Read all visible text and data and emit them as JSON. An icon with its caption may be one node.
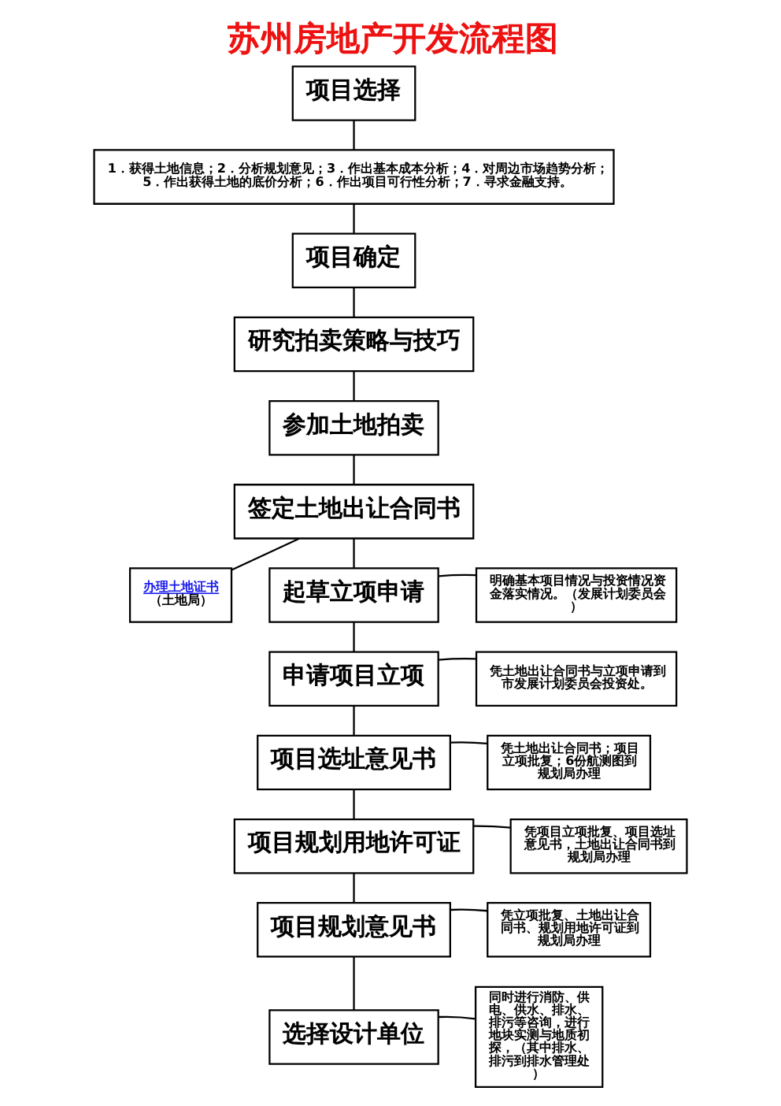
{
  "diagram": {
    "title": "苏州房地产开发流程图",
    "nodes": [
      {
        "text": [
          "项目选择"
        ]
      },
      {
        "text": [
          "1．获得土地信息；2．分析规划意见；3．作出基本成本分析；4．对周边市场趋势分析；5．作出获得土地的底价分析；6．作出项目可行性分析；7．寻求金融支持。"
        ]
      },
      {
        "text": [
          "项目确定"
        ]
      },
      {
        "text": [
          "研究拍卖策略与技巧"
        ]
      },
      {
        "text": [
          "参加土地拍卖"
        ]
      },
      {
        "text": [
          "签定土地出让合同书"
        ]
      },
      {
        "text": [
          "办理土地证书",
          "（土地局）"
        ]
      },
      {
        "text": [
          "起草立项申请"
        ]
      },
      {
        "text": [
          "明确基本项目情况与投资情况资金落实情况。（发展计划委员会）"
        ]
      },
      {
        "text": [
          "申请项目立项"
        ]
      },
      {
        "text": [
          "凭土地出让合同书与立项申请到市发展计划委员会投资处。"
        ]
      },
      {
        "text": [
          "凭土地出让合同书；项目立项批复；6份航测图到规划局办理"
        ]
      },
      {
        "text": [
          "项目选址意见书"
        ]
      },
      {
        "text": [
          "凭项目立项批复、项目选址意见书，土地出让合同书到规划局办理"
        ]
      },
      {
        "text": [
          "项目规划用地许可证"
        ]
      },
      {
        "text": [
          "凭立项批复、土地出让合同书、规划用地许可证到规划局办理"
        ]
      },
      {
        "text": [
          "项目规划意见书"
        ]
      },
      {
        "text": [
          "同时进行消防、供电、供水、排水、排污等咨询，进行地块实测与地质初探，（其中排水、排污到排水管理处）"
        ]
      },
      {
        "text": [
          "选择设计单位"
        ]
      }
    ],
    "edges": [
      {
        "from": 0,
        "to": 1,
        "arrow": "none"
      },
      {
        "from": 1,
        "to": 2,
        "arrow": "none"
      },
      {
        "from": 2,
        "to": 3,
        "arrow": "none"
      },
      {
        "from": 3,
        "to": 4,
        "arrow": "none"
      },
      {
        "from": 4,
        "to": 5,
        "arrow": "none"
      },
      {
        "from": 5,
        "to": 6,
        "arrow": "none"
      },
      {
        "from": 5,
        "to": 7,
        "arrow": "none"
      },
      {
        "from": 7,
        "to": 8,
        "arrow": "none"
      },
      {
        "from": 7,
        "to": 9,
        "arrow": "none"
      },
      {
        "from": 9,
        "to": 10,
        "arrow": "none"
      },
      {
        "from": 9,
        "to": 12,
        "arrow": "none"
      },
      {
        "from": 11,
        "to": 12,
        "arrow": "none"
      },
      {
        "from": 12,
        "to": 14,
        "arrow": "none"
      },
      {
        "from": 14,
        "to": 13,
        "arrow": "none"
      },
      {
        "from": 14,
        "to": 16,
        "arrow": "none"
      },
      {
        "from": 15,
        "to": 16,
        "arrow": "none"
      },
      {
        "from": 16,
        "to": 18,
        "arrow": "none"
      },
      {
        "from": 18,
        "to": 17,
        "arrow": "none"
      }
    ]
  }
}
